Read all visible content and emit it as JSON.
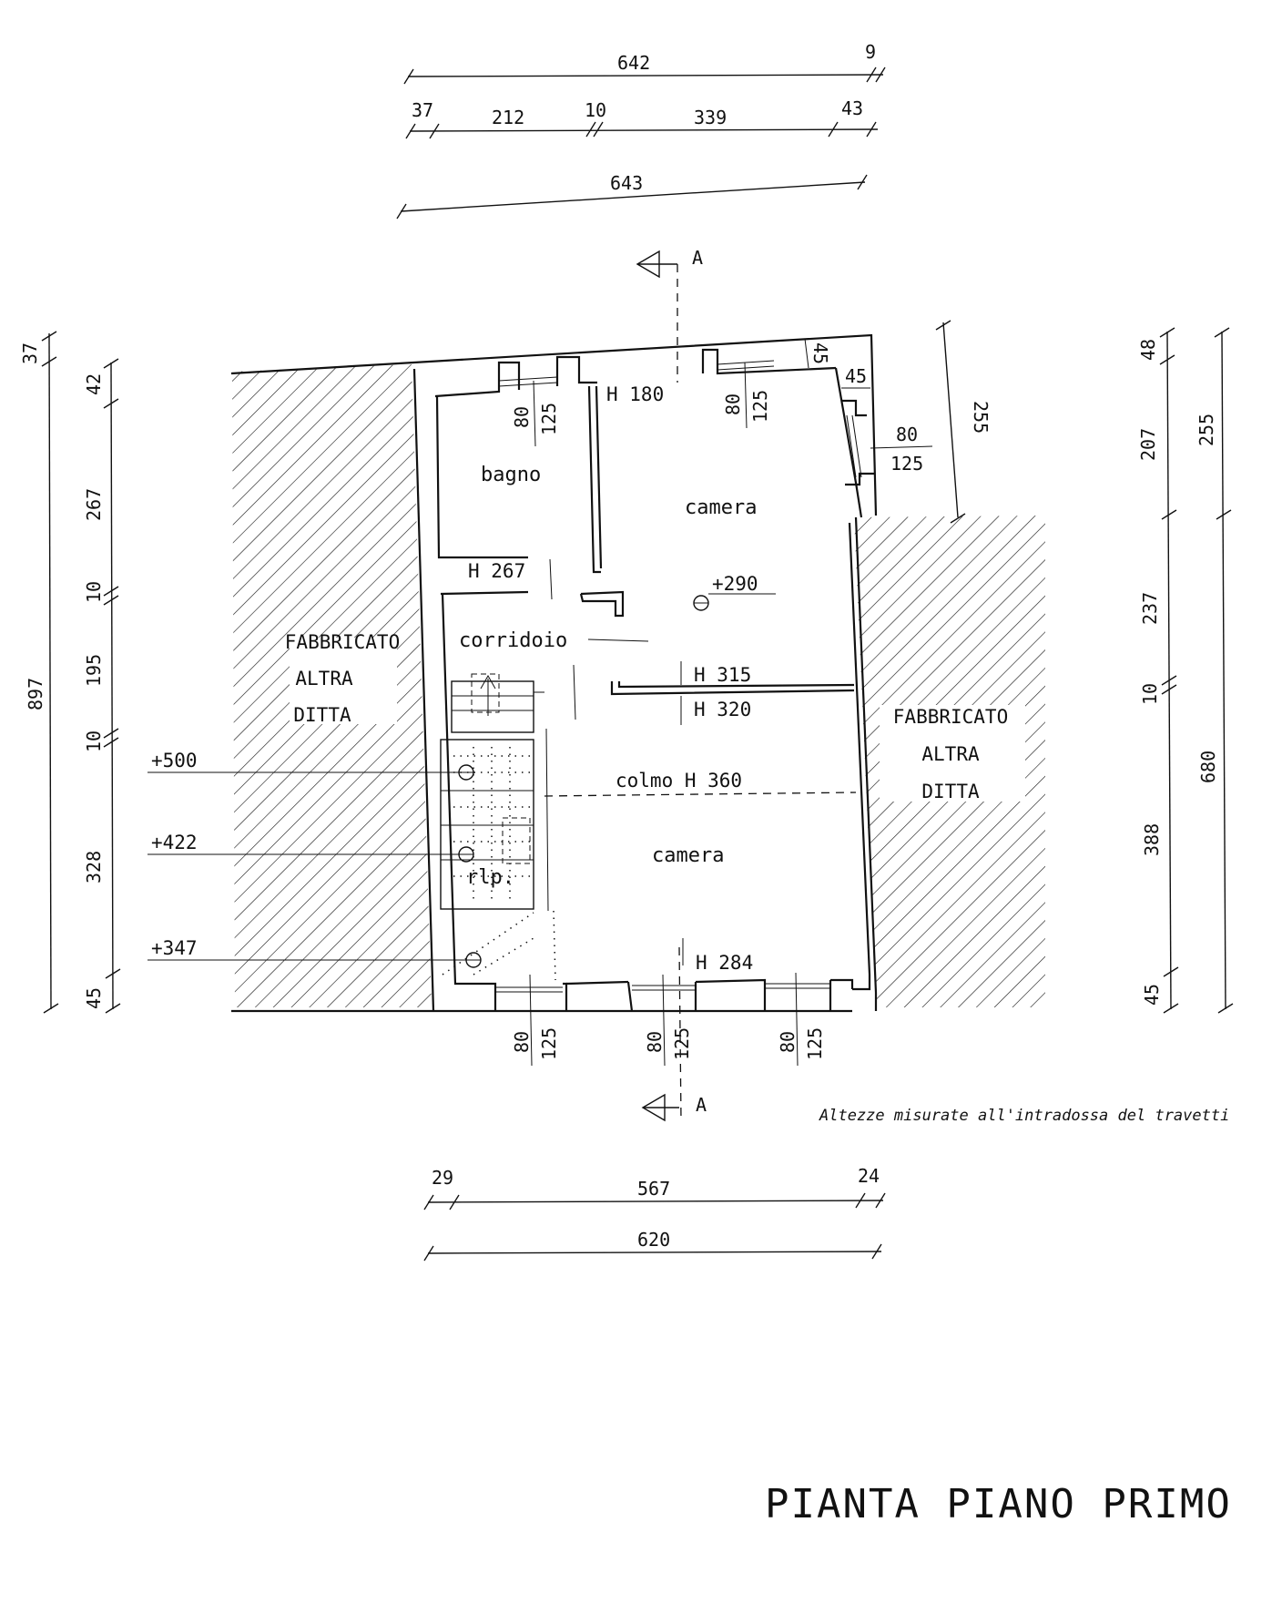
{
  "drawing": {
    "title": "PIANTA PIANO PRIMO",
    "note": "Altezze misurate all'intradossa del travetti",
    "section_marker": "A"
  },
  "rooms": {
    "bagno": "bagno",
    "camera_top": "camera",
    "corridoio": "corridoio",
    "camera_bottom": "camera",
    "pianerottolo": "rlp."
  },
  "neighbors": {
    "left": [
      "FABBRICATO",
      "ALTRA",
      "DITTA"
    ],
    "right": [
      "FABBRICATO",
      "ALTRA",
      "DITTA"
    ]
  },
  "heights": {
    "h180": "H 180",
    "h267": "H 267",
    "h315": "H 315",
    "h320": "H 320",
    "colmo": "colmo H 360",
    "h284": "H 284"
  },
  "levels": {
    "l290": "+290",
    "l500": "+500",
    "l422": "+422",
    "l347": "+347"
  },
  "dims_top": {
    "overall": "642",
    "overall_extra": "9",
    "segments": [
      "37",
      "212",
      "10",
      "339",
      "43"
    ],
    "inclined": "643"
  },
  "dims_bottom": {
    "segments": [
      "29",
      "567",
      "24"
    ],
    "overall": "620"
  },
  "dims_left": {
    "total": "897",
    "top": "37",
    "segments": [
      "42",
      "267",
      "10",
      "195",
      "10",
      "328",
      "45"
    ]
  },
  "dims_right": {
    "inner": [
      "48",
      "207",
      "237",
      "10",
      "388",
      "45"
    ],
    "outer": [
      "255",
      "680"
    ],
    "offset": "255"
  },
  "windows": {
    "top_left": [
      "80",
      "125"
    ],
    "top_right": [
      "80",
      "125"
    ],
    "side": [
      "80",
      "125"
    ],
    "jamb_45a": "45",
    "jamb_45b": "45",
    "bottom_1": [
      "80",
      "125"
    ],
    "bottom_2": [
      "80",
      "125"
    ],
    "bottom_3": [
      "80",
      "125"
    ]
  }
}
